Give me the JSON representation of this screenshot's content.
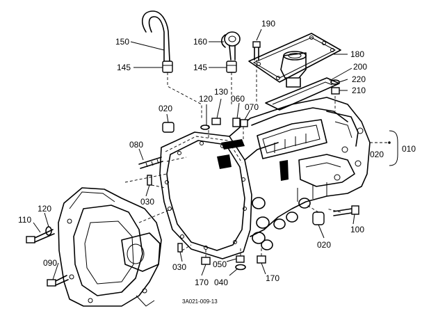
{
  "labels": {
    "l150": "150",
    "l145a": "145",
    "l160": "160",
    "l145b": "145",
    "l190": "190",
    "l180": "180",
    "l200": "200",
    "l220": "220",
    "l210": "210",
    "l130": "130",
    "l120a": "120",
    "l060": "060",
    "l070": "070",
    "l020a": "020",
    "l080": "080",
    "l030a": "030",
    "l010": "010",
    "l020b": "020",
    "l110": "110",
    "l120b": "120",
    "l100": "100",
    "l020c": "020",
    "l090": "090",
    "l030b": "030",
    "l050": "050",
    "l040": "040",
    "l170a": "170",
    "l170b": "170"
  },
  "caption": "3A021-009-13"
}
